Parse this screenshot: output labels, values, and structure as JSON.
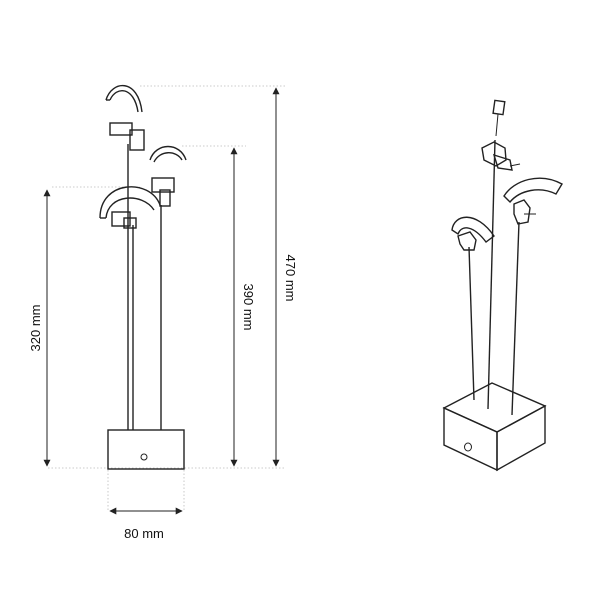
{
  "dimensions": {
    "height_short": "320 mm",
    "height_mid": "390 mm",
    "height_tall": "470 mm",
    "base_width": "80 mm"
  },
  "colors": {
    "ink": "#222222",
    "guide": "#bbbbbb"
  }
}
